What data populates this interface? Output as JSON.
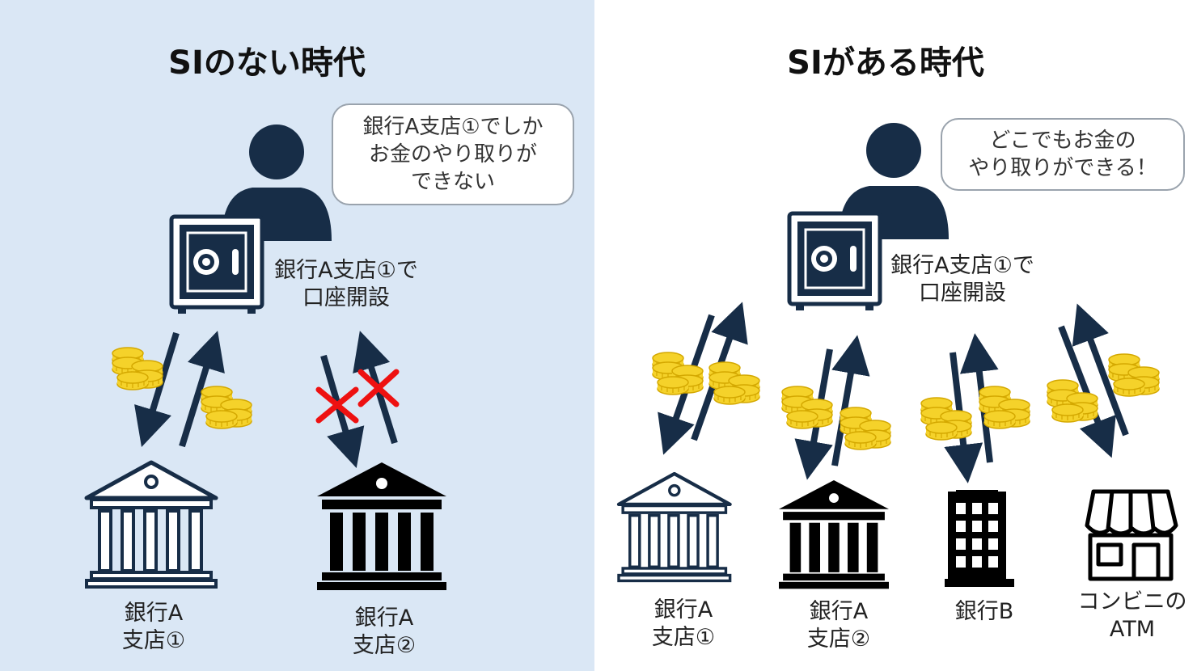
{
  "left": {
    "title": "SIのない時代",
    "speech": [
      "銀行A支店①でしか",
      "お金のやり取りが",
      "できない"
    ],
    "account_label": [
      "銀行A支店①で",
      "口座開設"
    ],
    "bank1_label": [
      "銀行A",
      "支店①"
    ],
    "bank2_label": [
      "銀行A",
      "支店②"
    ]
  },
  "right": {
    "title": "SIがある時代",
    "speech": [
      "どこでもお金の",
      "やり取りができる！"
    ],
    "account_label": [
      "銀行A支店①で",
      "口座開設"
    ],
    "dest1_label": [
      "銀行A",
      "支店①"
    ],
    "dest2_label": [
      "銀行A",
      "支店②"
    ],
    "dest3_label": [
      "銀行B"
    ],
    "dest4_label": [
      "コンビニの",
      "ATM"
    ]
  },
  "colors": {
    "left_background": "#dae7f5",
    "icon_navy": "#172d47",
    "bank_black": "#000000",
    "coin_gold": "#f5d22a",
    "cross_red": "#ee1111"
  },
  "icons": [
    "person-icon",
    "safe-icon",
    "coins-icon",
    "bank-outline-icon",
    "bank-solid-icon",
    "office-building-icon",
    "convenience-store-icon",
    "cross-mark-icon"
  ]
}
